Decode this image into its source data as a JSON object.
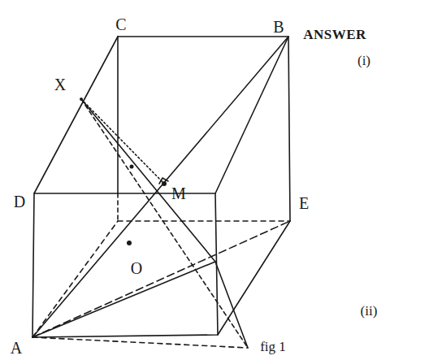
{
  "diagram": {
    "labels": [
      "C",
      "B",
      "ANSWER",
      "(i)",
      "X",
      "D",
      "M",
      "O",
      "E",
      "fig 1",
      "(ii)",
      "A"
    ]
  }
}
